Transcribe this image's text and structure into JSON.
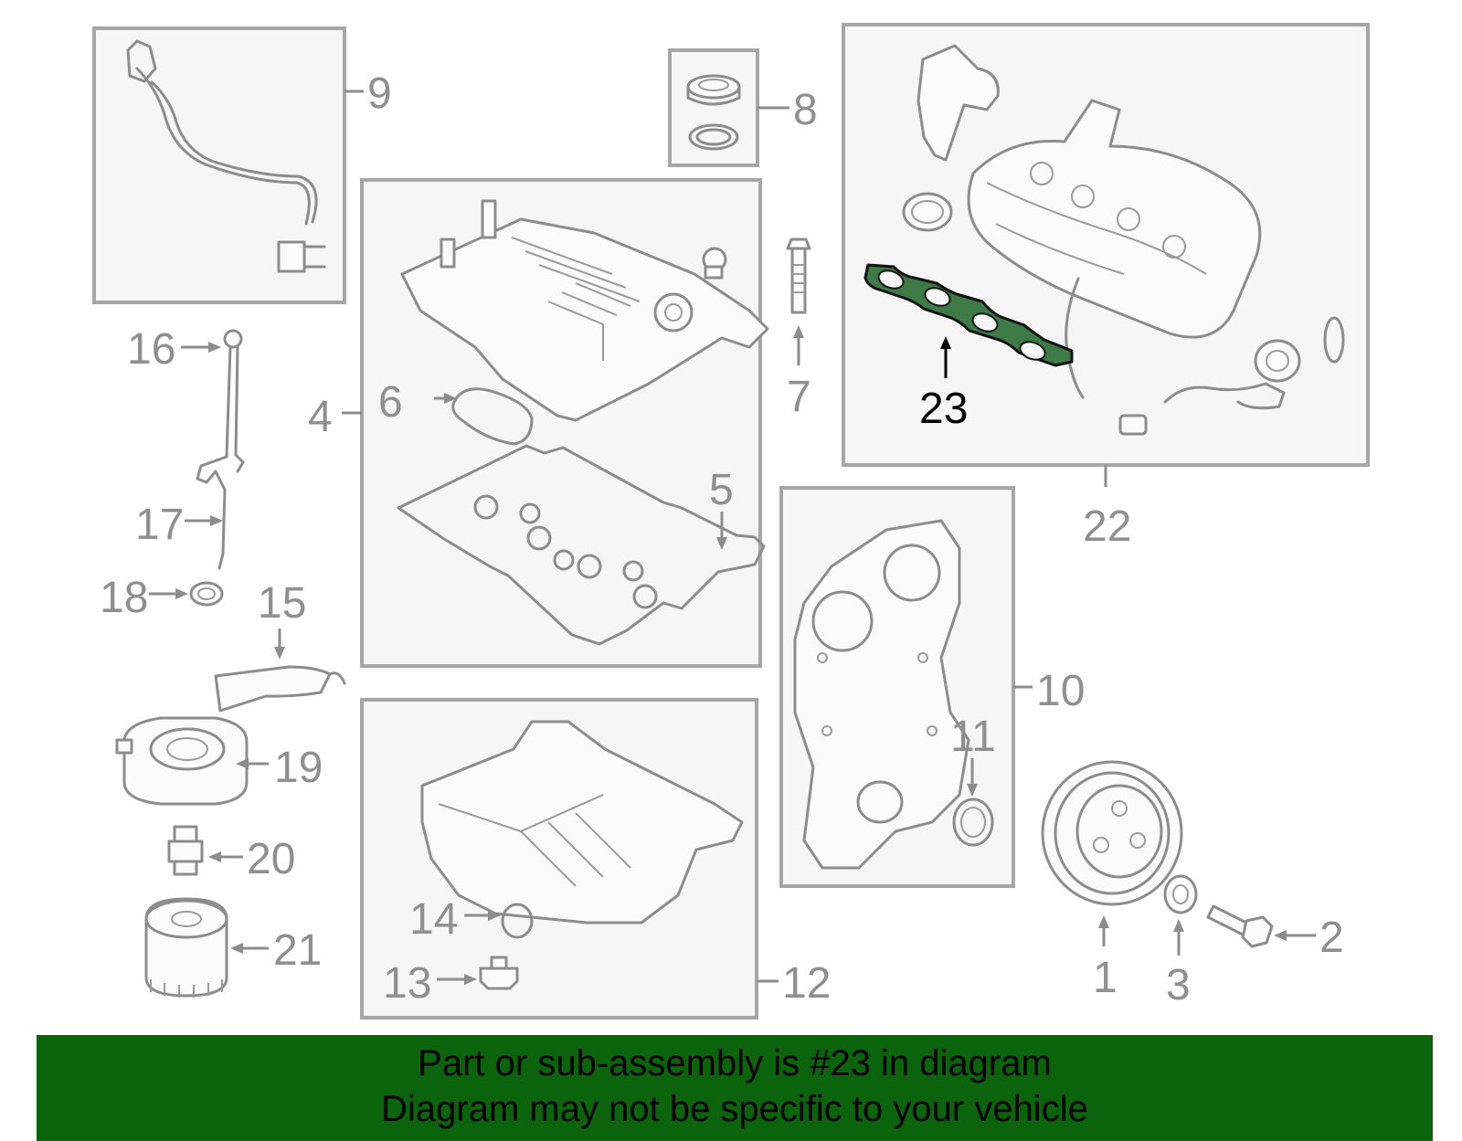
{
  "diagram": {
    "callouts": {
      "c1": "1",
      "c2": "2",
      "c3": "3",
      "c4": "4",
      "c5": "5",
      "c6": "6",
      "c7": "7",
      "c8": "8",
      "c9": "9",
      "c10": "10",
      "c11": "11",
      "c12": "12",
      "c13": "13",
      "c14": "14",
      "c15": "15",
      "c16": "16",
      "c17": "17",
      "c18": "18",
      "c19": "19",
      "c20": "20",
      "c21": "21",
      "c22": "22",
      "c23": "23"
    },
    "highlighted_part": "23",
    "colors": {
      "highlight": "#3d7a45",
      "banner": "#0b640b",
      "line": "#8c8c8c",
      "box_border": "#a6a6a6"
    }
  },
  "banner": {
    "line1": "Part or sub-assembly is #23 in diagram",
    "line2": "Diagram may not be specific to your vehicle"
  }
}
